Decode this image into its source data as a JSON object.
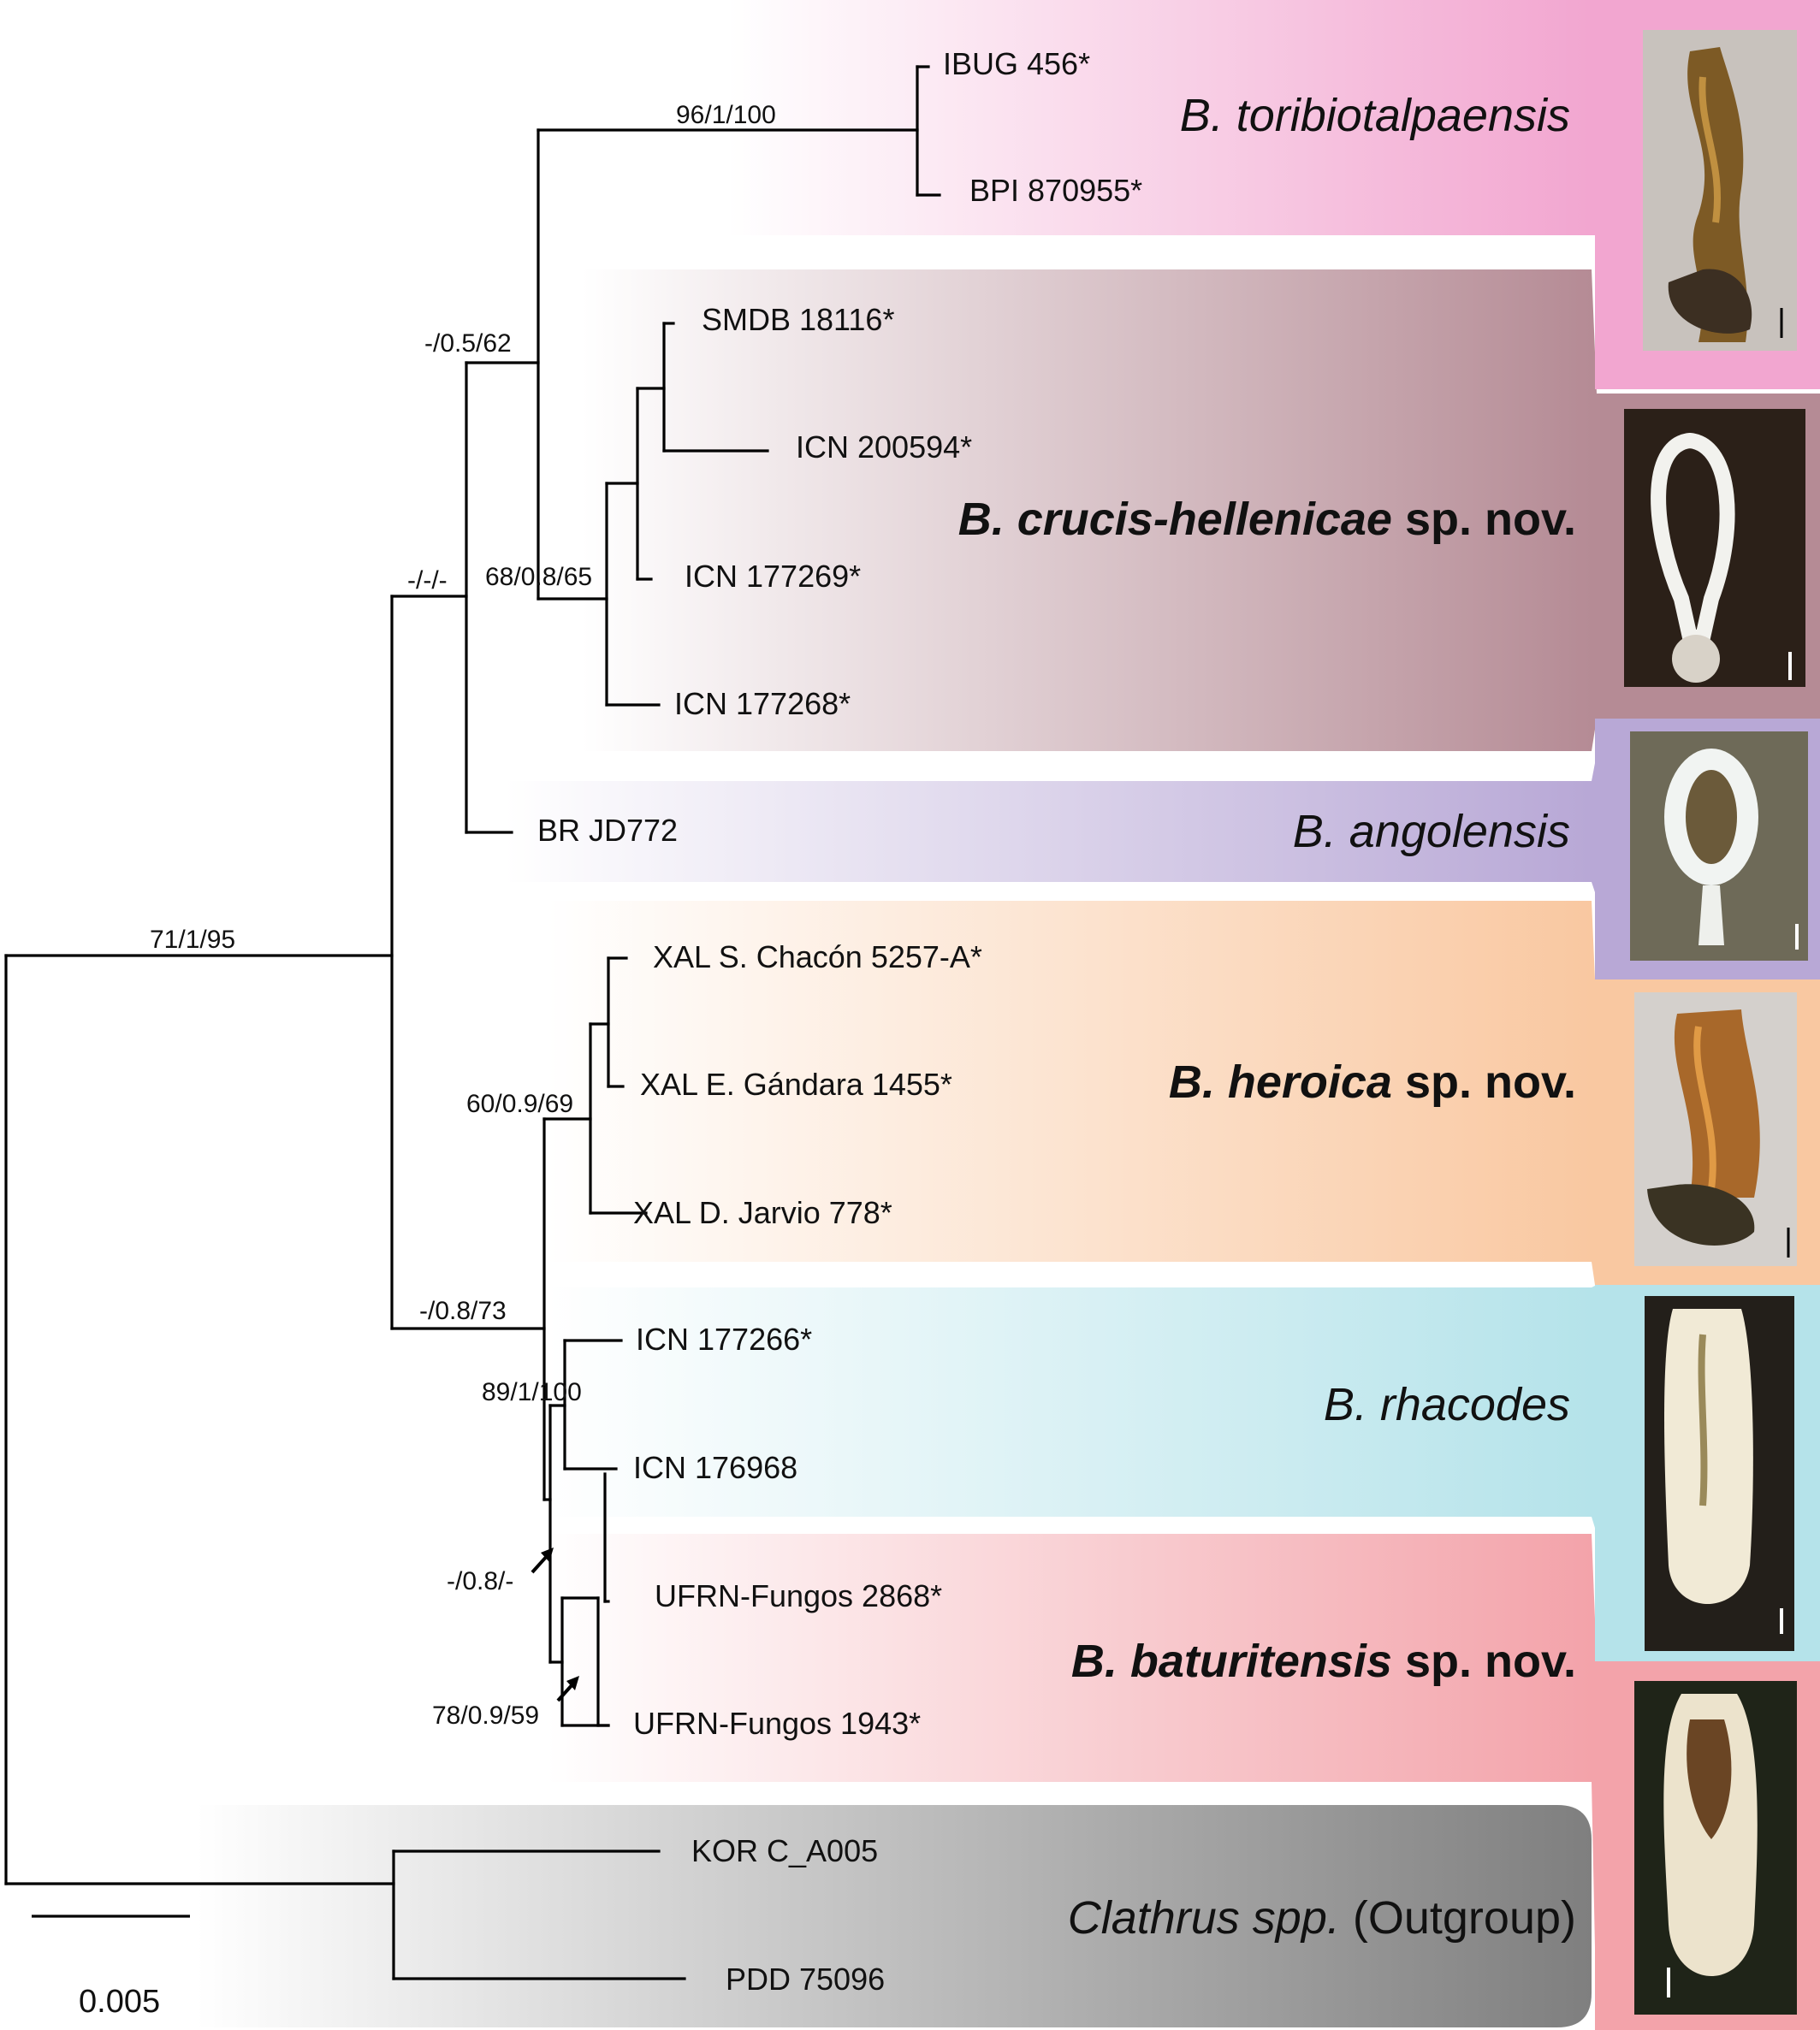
{
  "tips": [
    "IBUG 456*",
    "BPI 870955*",
    "SMDB 18116*",
    "ICN 200594*",
    "ICN 177269*",
    "ICN 177268*",
    "BR JD772",
    "XAL S. Chacón 5257-A*",
    "XAL E. Gándara 1455*",
    "XAL D. Jarvio 778*",
    "ICN 177266*",
    "ICN 176968",
    "UFRN-Fungos 2868*",
    "UFRN-Fungos 1943*",
    "KOR C_A005",
    "PDD 75096"
  ],
  "support": {
    "root": "71/1/95",
    "n_ingroup": "-/-/-",
    "n_upper": "-/0.5/62",
    "n_toribio": "96/1/100",
    "n_crucis": "68/0.8/65",
    "n_heroica": "60/0.9/69",
    "n_lower": "-/0.8/73",
    "n_rhacodes": "89/1/100",
    "n_rb": "-/0.8/-",
    "n_batur": "78/0.9/59"
  },
  "clades": {
    "toribiotalpaensis": {
      "name": "B. toribiotalpaensis",
      "color": "#f2a6d0"
    },
    "crucis": {
      "name": "B. crucis-hellenicae",
      "suffix": " sp. nov.",
      "color": "#b58b95"
    },
    "angolensis": {
      "name": "B. angolensis",
      "color": "#b8a8d6"
    },
    "heroica": {
      "name": "B. heroica",
      "suffix": " sp. nov.",
      "color": "#f9c8a1"
    },
    "rhacodes": {
      "name": "B. rhacodes",
      "color": "#b5e3ea"
    },
    "baturitensis": {
      "name": "B. baturitensis",
      "suffix": " sp. nov.",
      "color": "#f3a3aa"
    },
    "outgroup": {
      "name": "Clathrus spp.",
      "suffix": " (Outgroup)",
      "color": "#7f7f7f"
    }
  },
  "scale_bar": {
    "label": "0.005"
  },
  "photos": [
    {
      "subject": "dried-specimen-photo",
      "frame": "#f2a6d0"
    },
    {
      "subject": "white-lattice-stipe-photo",
      "frame": "#b58b95"
    },
    {
      "subject": "white-clathrate-receptacle-photo",
      "frame": "#b8a8d6"
    },
    {
      "subject": "dried-orange-specimen-photo",
      "frame": "#f9c8a1"
    },
    {
      "subject": "cream-cylindrical-receptacle-photo",
      "frame": "#b5e3ea"
    },
    {
      "subject": "cream-receptacle-brown-gleba-photo",
      "frame": "#f3a3aa"
    }
  ]
}
